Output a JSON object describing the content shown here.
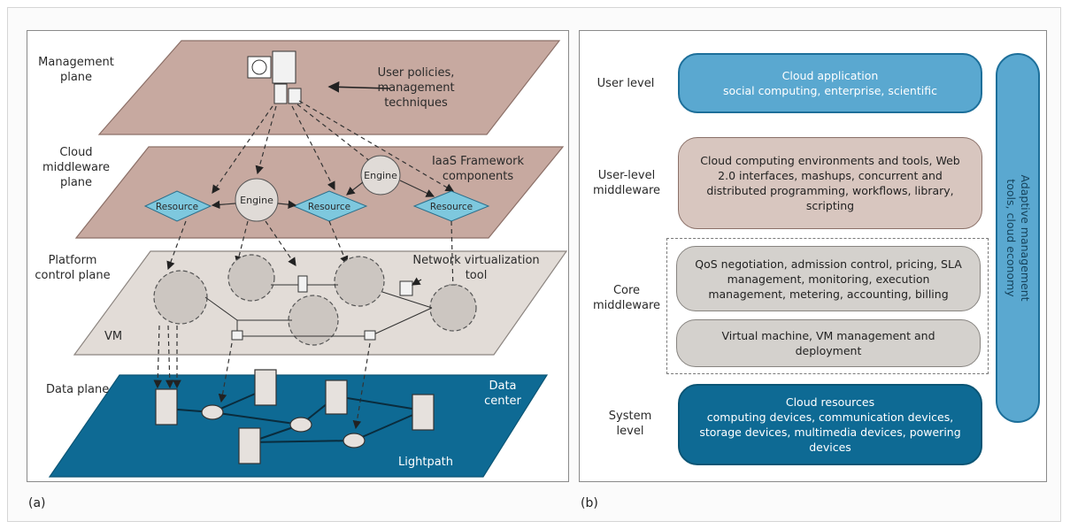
{
  "panel_a": {
    "label": "(a)",
    "planes": {
      "management": "Management plane",
      "cloud_middleware": "Cloud middleware plane",
      "platform_control": "Platform control plane",
      "data": "Data plane"
    },
    "management_annotation": "User policies, management techniques",
    "middleware_annotation": "IaaS Framework components",
    "resource_label": "Resource",
    "engine_label": "Engine",
    "network_tool_label": "Network virtualization tool",
    "vm_label": "VM",
    "data_center_label": "Data center",
    "lightpath_label": "Lightpath"
  },
  "panel_b": {
    "label": "(b)",
    "levels": {
      "user": "User level",
      "user_middleware": "User-level middleware",
      "core_middleware": "Core middleware",
      "system": "System level"
    },
    "cloud_application": {
      "title": "Cloud application",
      "subtitle": "social computing, enterprise, scientific"
    },
    "user_middleware_box": "Cloud computing environments and tools, Web 2.0 interfaces, mashups, concurrent and distributed programming, workflows, library, scripting",
    "core_box_1": "QoS negotiation, admission control, pricing, SLA management, monitoring, execution management, metering, accounting, billing",
    "core_box_2": "Virtual machine, VM management and deployment",
    "cloud_resources": {
      "title": "Cloud resources",
      "subtitle": "computing devices, communication devices, storage devices, multimedia devices, powering devices"
    },
    "side_bar": "Adaptive management tools, cloud economy"
  },
  "colors": {
    "management_plane": "#c7a9a0",
    "cloud_middleware_plane": "#c7a9a0",
    "platform_control_plane": "#e2dcd7",
    "data_plane": "#0e6a94",
    "resource_diamond": "#7ec8de",
    "user_level_box": "#5aa8d0",
    "system_level_box": "#0e6a94"
  }
}
